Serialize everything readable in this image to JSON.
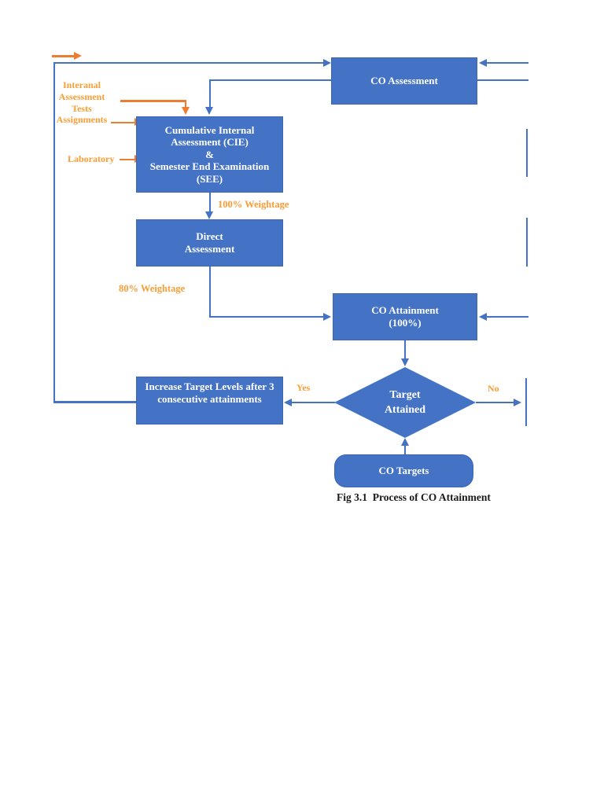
{
  "caption": "Fig 3.1  Process of CO Attainment",
  "colors": {
    "node_fill": "#4472C4",
    "node_border": "#3C66B3",
    "connector": "#4472C4",
    "arrow_orange": "#ED7D31",
    "label_orange": "#F99D36",
    "node_text": "#FFFFFF",
    "caption_text": "#1A1A1A"
  },
  "nodes": {
    "co_assessment": "CO Assessment",
    "cie_see": [
      "Cumulative Internal",
      "Assessment (CIE)",
      "&",
      "Semester End Examination",
      "(SEE)"
    ],
    "direct_assessment": [
      "Direct",
      "Assessment"
    ],
    "co_attainment": [
      "CO Attainment",
      "(100%)"
    ],
    "target_attained": [
      "Target",
      "Attained"
    ],
    "increase_target": [
      "Increase Target Levels after 3",
      "consecutive attainments"
    ],
    "co_targets": "CO Targets"
  },
  "annotations": {
    "internal_inputs": [
      "Interanal",
      "Assessment",
      "Tests",
      "Assignments"
    ],
    "laboratory": "Laboratory",
    "weightage_100": "100% Weightage",
    "weightage_80": "80% Weightage",
    "yes": "Yes",
    "no": "No"
  }
}
